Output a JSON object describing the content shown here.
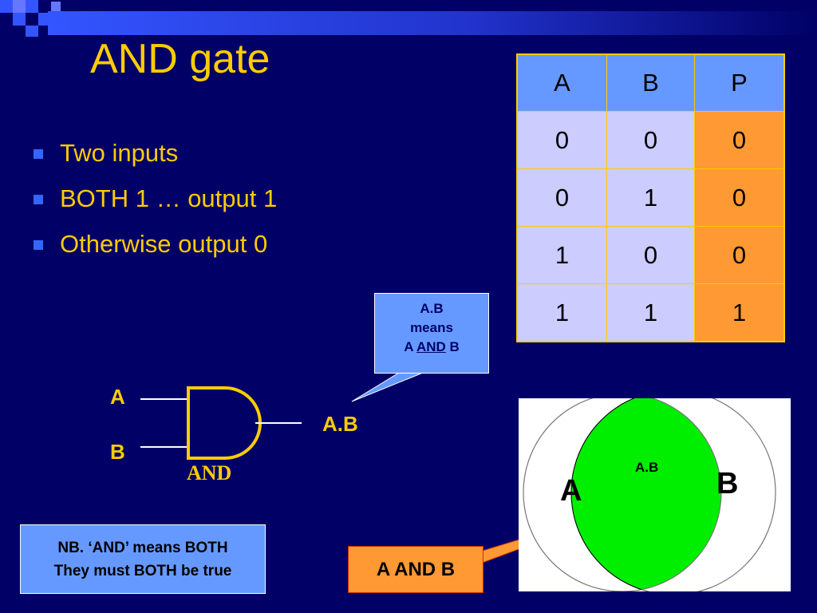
{
  "slide": {
    "title": "AND gate",
    "bullets": [
      {
        "text": "Two inputs"
      },
      {
        "text": "BOTH 1  … output 1"
      },
      {
        "text": "Otherwise output  0"
      }
    ]
  },
  "truth_table": {
    "headers": [
      "A",
      "B",
      "P"
    ],
    "rows": [
      [
        "0",
        "0",
        "0"
      ],
      [
        "0",
        "1",
        "0"
      ],
      [
        "1",
        "0",
        "0"
      ],
      [
        "1",
        "1",
        "1"
      ]
    ]
  },
  "callout": {
    "line1": "A.B",
    "line2": "means",
    "line3_prefix": "A ",
    "line3_emph": "AND",
    "line3_suffix": " B"
  },
  "gate": {
    "input_a": "A",
    "input_b": "B",
    "output": "A.B",
    "symbol_label": "AND"
  },
  "nb_box": {
    "line1": "NB. ‘AND’ means BOTH",
    "line2": "They must BOTH be true"
  },
  "venn": {
    "set_a": "A",
    "set_b": "B",
    "intersection": "A.B"
  },
  "aandb_box": {
    "label": "A AND B"
  },
  "colors": {
    "background": "#000066",
    "title": "#ffcc00",
    "bullet_square": "#3366ff",
    "header_fill": "#6699ff",
    "input_fill": "#ccccff",
    "output_fill": "#ff9933",
    "intersection_fill": "#00ee00"
  }
}
